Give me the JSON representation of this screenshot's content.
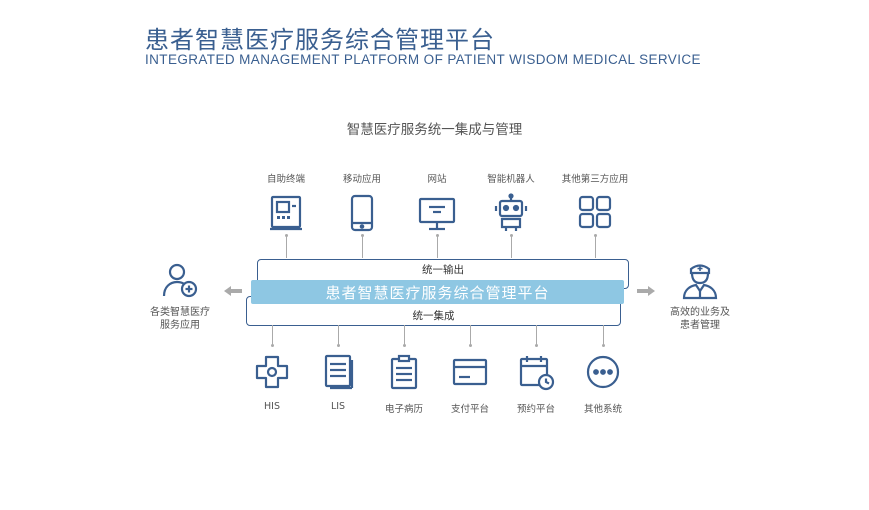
{
  "header": {
    "title_cn": "患者智慧医疗服务综合管理平台",
    "title_en": "INTEGRATED MANAGEMENT PLATFORM OF PATIENT WISDOM MEDICAL SERVICE"
  },
  "diagram": {
    "subtitle": "智慧医疗服务统一集成与管理",
    "top_items": [
      {
        "label": "自助终端",
        "icon": "kiosk-icon"
      },
      {
        "label": "移动应用",
        "icon": "mobile-phone-icon"
      },
      {
        "label": "网站",
        "icon": "monitor-icon"
      },
      {
        "label": "智能机器人",
        "icon": "robot-icon"
      },
      {
        "label": "其他第三方应用",
        "icon": "app-grid-icon"
      }
    ],
    "output_label": "统一输出",
    "platform_label": "患者智慧医疗服务综合管理平台",
    "integration_label": "统一集成",
    "left": {
      "line1": "各类智慧医疗",
      "line2": "服务应用",
      "icon": "user-medical-icon"
    },
    "right": {
      "line1": "高效的业务及",
      "line2": "患者管理",
      "icon": "nurse-icon"
    },
    "bottom_items": [
      {
        "label": "HIS",
        "icon": "medical-cross-icon"
      },
      {
        "label": "LIS",
        "icon": "lab-document-icon"
      },
      {
        "label": "电子病历",
        "icon": "clipboard-icon"
      },
      {
        "label": "支付平台",
        "icon": "payment-card-icon"
      },
      {
        "label": "预约平台",
        "icon": "calendar-clock-icon"
      },
      {
        "label": "其他系统",
        "icon": "more-dots-icon"
      }
    ],
    "colors": {
      "primary": "#3a5f90",
      "platform_bar": "#8ec7e3",
      "connector": "#aaaaaa"
    }
  }
}
